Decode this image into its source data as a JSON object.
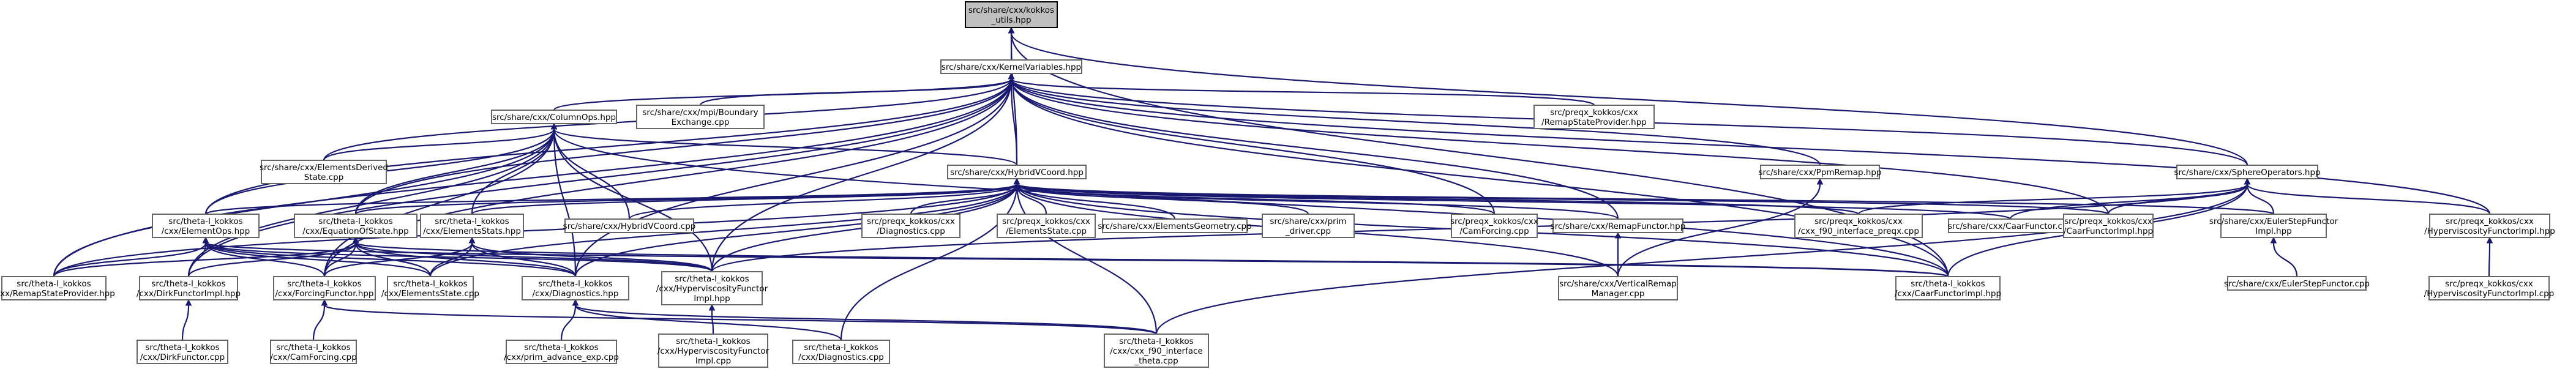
{
  "graph": {
    "title": "",
    "nodes": [
      {
        "id": "utils",
        "lines": [
          "src/share/cxx/kokkos",
          "_utils.hpp"
        ],
        "root": true
      },
      {
        "id": "kv",
        "lines": [
          "src/share/cxx/KernelVariables.hpp"
        ]
      },
      {
        "id": "colops",
        "lines": [
          "src/share/cxx/ColumnOps.hpp"
        ]
      },
      {
        "id": "mpiboundary",
        "lines": [
          "src/share/cxx/mpi/Boundary",
          "Exchange.cpp"
        ]
      },
      {
        "id": "remapstateprov",
        "lines": [
          "src/preqx_kokkos/cxx",
          "/RemapStateProvider.hpp"
        ]
      },
      {
        "id": "elemderived",
        "lines": [
          "src/share/cxx/ElementsDerived",
          "State.cpp"
        ]
      },
      {
        "id": "hvcoord",
        "lines": [
          "src/share/cxx/HybridVCoord.hpp"
        ]
      },
      {
        "id": "ppmremap",
        "lines": [
          "src/share/cxx/PpmRemap.hpp"
        ]
      },
      {
        "id": "sphereops",
        "lines": [
          "src/share/cxx/SphereOperators.hpp"
        ]
      },
      {
        "id": "elemops",
        "lines": [
          "src/theta-l_kokkos",
          "/cxx/ElementOps.hpp"
        ]
      },
      {
        "id": "eos",
        "lines": [
          "src/theta-l_kokkos",
          "/cxx/EquationOfState.hpp"
        ]
      },
      {
        "id": "elemstats",
        "lines": [
          "src/theta-l_kokkos",
          "/cxx/ElementsStats.hpp"
        ]
      },
      {
        "id": "hvcoordcpp",
        "lines": [
          "src/share/cxx/HybridVCoord.cpp"
        ]
      },
      {
        "id": "preqxdiag",
        "lines": [
          "src/preqx_kokkos/cxx",
          "/Diagnostics.cpp"
        ]
      },
      {
        "id": "preqxelemstate",
        "lines": [
          "src/preqx_kokkos/cxx",
          "/ElementsState.cpp"
        ]
      },
      {
        "id": "elemgeom",
        "lines": [
          "src/share/cxx/ElementsGeometry.cpp"
        ]
      },
      {
        "id": "primdriver",
        "lines": [
          "src/share/cxx/prim",
          "_driver.cpp"
        ]
      },
      {
        "id": "camforcing",
        "lines": [
          "src/preqx_kokkos/cxx",
          "/CamForcing.cpp"
        ]
      },
      {
        "id": "remapfunctor",
        "lines": [
          "src/share/cxx/RemapFunctor.hpp"
        ]
      },
      {
        "id": "cxx90interface",
        "lines": [
          "src/preqx_kokkos/cxx",
          "/cxx_f90_interface_preqx.cpp"
        ]
      },
      {
        "id": "caarfunctorcpp",
        "lines": [
          "src/share/cxx/CaarFunctor.cpp"
        ]
      },
      {
        "id": "preqxcaarimpl",
        "lines": [
          "src/preqx_kokkos/cxx",
          "/CaarFunctorImpl.hpp"
        ]
      },
      {
        "id": "eulerstepimpl",
        "lines": [
          "src/share/cxx/EulerStepFunctor",
          "Impl.hpp"
        ]
      },
      {
        "id": "preqxhyperimpl",
        "lines": [
          "src/preqx_kokkos/cxx",
          "/HyperviscosityFunctorImpl.hpp"
        ]
      },
      {
        "id": "thetaremap",
        "lines": [
          "src/theta-l_kokkos",
          "/cxx/RemapStateProvider.hpp"
        ]
      },
      {
        "id": "dirkimpl",
        "lines": [
          "src/theta-l_kokkos",
          "/cxx/DirkFunctorImpl.hpp"
        ]
      },
      {
        "id": "forcingfunctor",
        "lines": [
          "src/theta-l_kokkos",
          "/cxx/ForcingFunctor.hpp"
        ]
      },
      {
        "id": "thetaelemstate",
        "lines": [
          "src/theta-l_kokkos",
          "/cxx/ElementsState.cpp"
        ]
      },
      {
        "id": "diaghpp",
        "lines": [
          "src/theta-l_kokkos",
          "/cxx/Diagnostics.hpp"
        ]
      },
      {
        "id": "thetahyperimpl",
        "lines": [
          "src/theta-l_kokkos",
          "/cxx/HyperviscosityFunctor",
          "Impl.hpp"
        ]
      },
      {
        "id": "verticalremap",
        "lines": [
          "src/share/cxx/VerticalRemap",
          "Manager.cpp"
        ]
      },
      {
        "id": "thetacaarimpl",
        "lines": [
          "src/theta-l_kokkos",
          "/cxx/CaarFunctorImpl.hpp"
        ]
      },
      {
        "id": "eulerstepcpp",
        "lines": [
          "src/share/cxx/EulerStepFunctor.cpp"
        ]
      },
      {
        "id": "preqxhypercpp",
        "lines": [
          "src/preqx_kokkos/cxx",
          "/HyperviscosityFunctorImpl.cpp"
        ]
      },
      {
        "id": "dirkfunctor",
        "lines": [
          "src/theta-l_kokkos",
          "/cxx/DirkFunctor.cpp"
        ]
      },
      {
        "id": "thetacamforcing",
        "lines": [
          "src/theta-l_kokkos",
          "/cxx/CamForcing.cpp"
        ]
      },
      {
        "id": "primadvance",
        "lines": [
          "src/theta-l_kokkos",
          "/cxx/prim_advance_exp.cpp"
        ]
      },
      {
        "id": "thetahyperimplcpp",
        "lines": [
          "src/theta-l_kokkos",
          "/cxx/HyperviscosityFunctor",
          "Impl.cpp"
        ]
      },
      {
        "id": "thetadiagcpp",
        "lines": [
          "src/theta-l_kokkos",
          "/cxx/Diagnostics.cpp"
        ]
      },
      {
        "id": "thetacxx90",
        "lines": [
          "src/theta-l_kokkos",
          "/cxx/cxx_f90_interface",
          "_theta.cpp"
        ]
      }
    ],
    "edges": [
      [
        "kv",
        "utils"
      ],
      [
        "hvcoord",
        "utils"
      ],
      [
        "sphereops",
        "utils"
      ],
      [
        "thetacaarimpl",
        "utils"
      ],
      [
        "colops",
        "kv"
      ],
      [
        "mpiboundary",
        "kv"
      ],
      [
        "remapstateprov",
        "kv"
      ],
      [
        "elemderived",
        "kv"
      ],
      [
        "hvcoord",
        "kv"
      ],
      [
        "ppmremap",
        "kv"
      ],
      [
        "sphereops",
        "kv"
      ],
      [
        "eos",
        "kv"
      ],
      [
        "elemops",
        "kv"
      ],
      [
        "thetaremap",
        "kv"
      ],
      [
        "dirkimpl",
        "kv"
      ],
      [
        "forcingfunctor",
        "kv"
      ],
      [
        "diaghpp",
        "kv"
      ],
      [
        "thetahyperimpl",
        "kv"
      ],
      [
        "remapfunctor",
        "kv"
      ],
      [
        "preqxcaarimpl",
        "kv"
      ],
      [
        "preqxhyperimpl",
        "kv"
      ],
      [
        "thetacaarimpl",
        "kv"
      ],
      [
        "camforcing",
        "kv"
      ],
      [
        "hvcoord",
        "colops"
      ],
      [
        "elemderived",
        "colops"
      ],
      [
        "elemops",
        "colops"
      ],
      [
        "eos",
        "colops"
      ],
      [
        "elemstats",
        "colops"
      ],
      [
        "hvcoordcpp",
        "colops"
      ],
      [
        "thetaremap",
        "colops"
      ],
      [
        "dirkimpl",
        "colops"
      ],
      [
        "diaghpp",
        "colops"
      ],
      [
        "thetahyperimpl",
        "colops"
      ],
      [
        "thetacaarimpl",
        "colops"
      ],
      [
        "forcingfunctor",
        "colops"
      ],
      [
        "elemops",
        "hvcoord"
      ],
      [
        "eos",
        "hvcoord"
      ],
      [
        "elemstats",
        "hvcoord"
      ],
      [
        "hvcoordcpp",
        "hvcoord"
      ],
      [
        "preqxdiag",
        "hvcoord"
      ],
      [
        "preqxelemstate",
        "hvcoord"
      ],
      [
        "elemgeom",
        "hvcoord"
      ],
      [
        "primdriver",
        "hvcoord"
      ],
      [
        "camforcing",
        "hvcoord"
      ],
      [
        "remapfunctor",
        "hvcoord"
      ],
      [
        "cxx90interface",
        "hvcoord"
      ],
      [
        "caarfunctorcpp",
        "hvcoord"
      ],
      [
        "preqxcaarimpl",
        "hvcoord"
      ],
      [
        "eulerstepimpl",
        "hvcoord"
      ],
      [
        "thetaremap",
        "hvcoord"
      ],
      [
        "thetaelemstate",
        "hvcoord"
      ],
      [
        "diaghpp",
        "hvcoord"
      ],
      [
        "thetahyperimpl",
        "hvcoord"
      ],
      [
        "verticalremap",
        "hvcoord"
      ],
      [
        "thetacaarimpl",
        "hvcoord"
      ],
      [
        "thetadiagcpp",
        "hvcoord"
      ],
      [
        "thetacxx90",
        "hvcoord"
      ],
      [
        "verticalremap",
        "ppmremap"
      ],
      [
        "verticalremap",
        "remapfunctor"
      ],
      [
        "cxx90interface",
        "sphereops"
      ],
      [
        "caarfunctorcpp",
        "sphereops"
      ],
      [
        "preqxcaarimpl",
        "sphereops"
      ],
      [
        "eulerstepimpl",
        "sphereops"
      ],
      [
        "preqxhyperimpl",
        "sphereops"
      ],
      [
        "thetahyperimpl",
        "sphereops"
      ],
      [
        "thetacaarimpl",
        "sphereops"
      ],
      [
        "thetacxx90",
        "sphereops"
      ],
      [
        "thetaremap",
        "elemops"
      ],
      [
        "dirkimpl",
        "elemops"
      ],
      [
        "forcingfunctor",
        "elemops"
      ],
      [
        "thetaelemstate",
        "elemops"
      ],
      [
        "diaghpp",
        "elemops"
      ],
      [
        "thetahyperimpl",
        "elemops"
      ],
      [
        "thetacaarimpl",
        "elemops"
      ],
      [
        "thetaremap",
        "eos"
      ],
      [
        "dirkimpl",
        "eos"
      ],
      [
        "forcingfunctor",
        "eos"
      ],
      [
        "thetaelemstate",
        "eos"
      ],
      [
        "diaghpp",
        "eos"
      ],
      [
        "thetahyperimpl",
        "eos"
      ],
      [
        "thetacaarimpl",
        "eos"
      ],
      [
        "forcingfunctor",
        "elemstats"
      ],
      [
        "thetaelemstate",
        "elemstats"
      ],
      [
        "diaghpp",
        "elemstats"
      ],
      [
        "thetahyperimpl",
        "elemstats"
      ],
      [
        "dirkfunctor",
        "dirkimpl"
      ],
      [
        "thetacamforcing",
        "forcingfunctor"
      ],
      [
        "thetacxx90",
        "forcingfunctor"
      ],
      [
        "primadvance",
        "diaghpp"
      ],
      [
        "thetadiagcpp",
        "diaghpp"
      ],
      [
        "thetacxx90",
        "diaghpp"
      ],
      [
        "thetahyperimplcpp",
        "thetahyperimpl"
      ],
      [
        "eulerstepcpp",
        "eulerstepimpl"
      ],
      [
        "preqxhypercpp",
        "preqxhyperimpl"
      ]
    ]
  }
}
